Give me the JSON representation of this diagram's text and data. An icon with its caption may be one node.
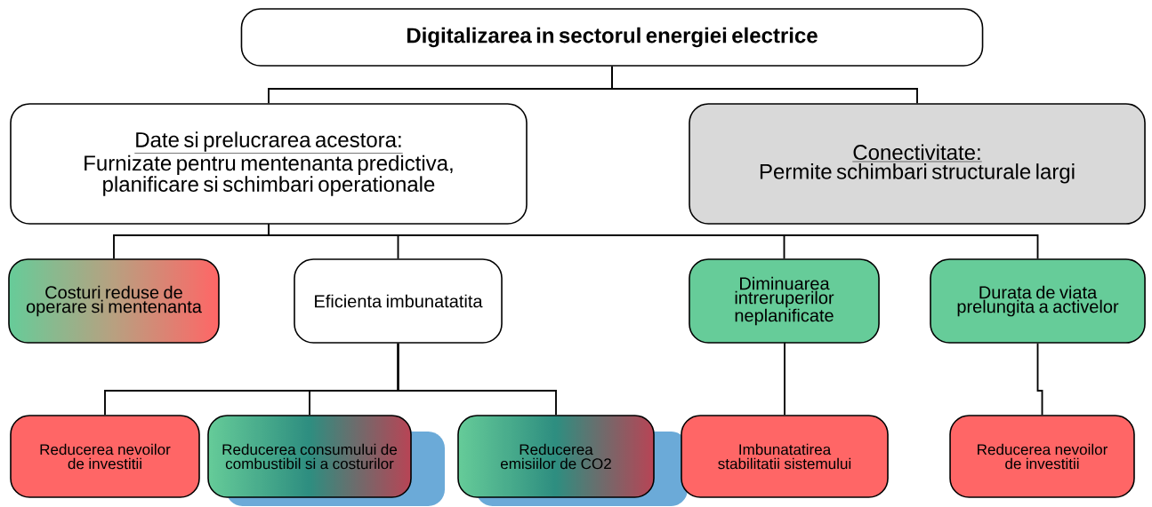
{
  "diagram": {
    "nodes": [
      {
        "text": [
          "Digitalizarea in sectorul energiei electrice"
        ]
      },
      {
        "text": [
          "Date si prelucrarea acestora:",
          "Furnizate pentru mentenanta predictiva, planificare si schimbari operationale"
        ]
      },
      {
        "text": [
          "Conectivitate:",
          "Permite schimbari structurale largi"
        ]
      },
      {
        "text": [
          "Costuri reduse de operare si mentenanta"
        ]
      },
      {
        "text": [
          "Eficienta imbunatatita"
        ]
      },
      {
        "text": [
          "Diminuarea intreruperilor neplanificate"
        ]
      },
      {
        "text": [
          "Durata de viata prelungita a activelor"
        ]
      },
      {
        "text": [
          "Reducerea nevoilor de investitii"
        ]
      },
      {
        "text": [
          "Reducerea consumului de combustibil si a costurilor"
        ]
      },
      {
        "text": [
          "Reducerea emisiilor de CO2"
        ]
      },
      {
        "text": [
          "Imbunatatirea stabilitatii sistemului"
        ]
      },
      {
        "text": [
          "Reducerea nevoilor de investitii"
        ]
      }
    ],
    "edges": [
      {
        "from": 0,
        "to": 1,
        "arrow": "none"
      },
      {
        "from": 0,
        "to": 2,
        "arrow": "none"
      },
      {
        "from": 1,
        "to": 3,
        "arrow": "none"
      },
      {
        "from": 1,
        "to": 4,
        "arrow": "none"
      },
      {
        "from": 1,
        "to": 5,
        "arrow": "none"
      },
      {
        "from": 1,
        "to": 6,
        "arrow": "none"
      },
      {
        "from": 4,
        "to": 7,
        "arrow": "none"
      },
      {
        "from": 4,
        "to": 8,
        "arrow": "none"
      },
      {
        "from": 4,
        "to": 9,
        "arrow": "none"
      },
      {
        "from": 5,
        "to": 10,
        "arrow": "none"
      },
      {
        "from": 6,
        "to": 11,
        "arrow": "none"
      }
    ]
  }
}
